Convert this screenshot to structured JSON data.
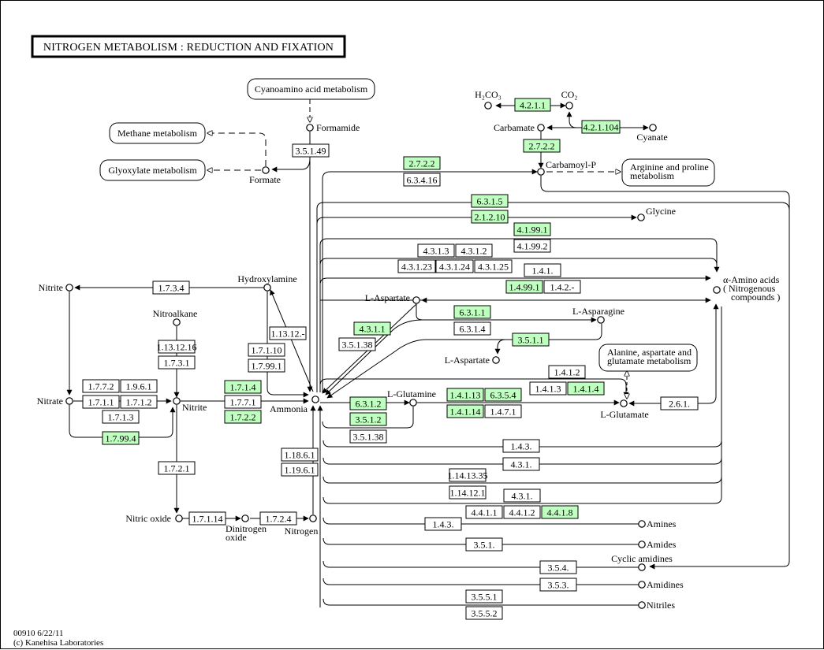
{
  "title": "NITROGEN  METABOLISM : REDUCTION AND FIXATION",
  "colors": {
    "found_enzyme": "#bfffbf",
    "line": "#000000",
    "background": "#ffffff"
  },
  "footer": {
    "map_id_date": "00910 6/22/11",
    "copyright": "(c) Kanehisa Laboratories"
  },
  "maps": [
    {
      "id": "cyanoamino",
      "lines": [
        "Cyanoamino acid metabolism"
      ]
    },
    {
      "id": "methane",
      "lines": [
        "Methane metabolism"
      ]
    },
    {
      "id": "glyoxylate",
      "lines": [
        "Glyoxylate metabolism"
      ]
    },
    {
      "id": "arginine",
      "lines": [
        "Arginine and proline",
        "metabolism"
      ]
    },
    {
      "id": "alanine",
      "lines": [
        "Alanine, aspartate and",
        "glutamate metabolism"
      ]
    }
  ],
  "compounds": [
    {
      "id": "formamide",
      "label": "Formamide"
    },
    {
      "id": "formate",
      "label": "Formate"
    },
    {
      "id": "h2co3",
      "label": "H₂CO₃"
    },
    {
      "id": "co2",
      "label": "CO₂"
    },
    {
      "id": "carbamate",
      "label": "Carbamate"
    },
    {
      "id": "cyanate",
      "label": "Cyanate"
    },
    {
      "id": "carbamoylp",
      "label": "Carbamoyl-P"
    },
    {
      "id": "glycine",
      "label": "Glycine"
    },
    {
      "id": "alpha_amino",
      "label": "α-Amino acids",
      "label2": "( Nitrogenous",
      "label3": "compounds )"
    },
    {
      "id": "laspartate1",
      "label": "L-Aspartate"
    },
    {
      "id": "lasparagine",
      "label": "L-Asparagine"
    },
    {
      "id": "laspartate2",
      "label": "L-Aspartate"
    },
    {
      "id": "hydroxylamine",
      "label": "Hydroxylamine"
    },
    {
      "id": "nitrite_top",
      "label": "Nitrite"
    },
    {
      "id": "nitroalkane",
      "label": "Nitroalkane"
    },
    {
      "id": "nitrate",
      "label": "Nitrate"
    },
    {
      "id": "nitrite_mid",
      "label": "Nitrite"
    },
    {
      "id": "ammonia",
      "label": "Ammonia"
    },
    {
      "id": "lglutamine",
      "label": "L-Glutamine"
    },
    {
      "id": "lglutamate",
      "label": "L-Glutamate"
    },
    {
      "id": "nitric_oxide",
      "label": "Nitric oxide"
    },
    {
      "id": "dinitrogen_oxide",
      "label": "Dinitrogen",
      "label2": "oxide"
    },
    {
      "id": "nitrogen",
      "label": "Nitrogen"
    },
    {
      "id": "amines",
      "label": "Amines"
    },
    {
      "id": "amides",
      "label": "Amides"
    },
    {
      "id": "cyclic_amidines",
      "label": "Cyclic amidines"
    },
    {
      "id": "amidines",
      "label": "Amidines"
    },
    {
      "id": "nitriles",
      "label": "Nitriles"
    }
  ],
  "enzymes": [
    {
      "label": "3.5.1.49",
      "found": false
    },
    {
      "label": "4.2.1.1",
      "found": true
    },
    {
      "label": "4.2.1.104",
      "found": true
    },
    {
      "label": "2.7.2.2",
      "found": true
    },
    {
      "label": "2.7.2.2",
      "found": true
    },
    {
      "label": "6.3.4.16",
      "found": false
    },
    {
      "label": "6.3.1.5",
      "found": true
    },
    {
      "label": "2.1.2.10",
      "found": true
    },
    {
      "label": "4.1.99.1",
      "found": true
    },
    {
      "label": "4.1.99.2",
      "found": false
    },
    {
      "label": "4.3.1.3",
      "found": false
    },
    {
      "label": "4.3.1.2",
      "found": false
    },
    {
      "label": "4.3.1.23",
      "found": false
    },
    {
      "label": "4.3.1.24",
      "found": false
    },
    {
      "label": "4.3.1.25",
      "found": false
    },
    {
      "label": "1.4.1.",
      "found": false
    },
    {
      "label": "1.4.99.1",
      "found": true
    },
    {
      "label": "1.4.2.-",
      "found": false
    },
    {
      "label": "6.3.1.1",
      "found": true
    },
    {
      "label": "6.3.1.4",
      "found": false
    },
    {
      "label": "3.5.1.1",
      "found": true
    },
    {
      "label": "4.3.1.1",
      "found": true
    },
    {
      "label": "3.5.1.38",
      "found": false
    },
    {
      "label": "1.7.3.4",
      "found": false
    },
    {
      "label": "1.13.12.-",
      "found": false
    },
    {
      "label": "1.13.12.16",
      "found": false
    },
    {
      "label": "1.7.3.1",
      "found": false
    },
    {
      "label": "1.7.1.10",
      "found": false
    },
    {
      "label": "1.7.99.1",
      "found": false
    },
    {
      "label": "1.7.7.2",
      "found": false
    },
    {
      "label": "1.9.6.1",
      "found": false
    },
    {
      "label": "1.7.1.1",
      "found": false
    },
    {
      "label": "1.7.1.2",
      "found": false
    },
    {
      "label": "1.7.1.3",
      "found": false
    },
    {
      "label": "1.7.99.4",
      "found": true
    },
    {
      "label": "1.7.1.4",
      "found": true
    },
    {
      "label": "1.7.7.1",
      "found": false
    },
    {
      "label": "1.7.2.2",
      "found": true
    },
    {
      "label": "6.3.1.2",
      "found": true
    },
    {
      "label": "3.5.1.2",
      "found": true
    },
    {
      "label": "3.5.1.38",
      "found": false
    },
    {
      "label": "1.4.1.13",
      "found": true
    },
    {
      "label": "6.3.5.4",
      "found": true
    },
    {
      "label": "1.4.1.14",
      "found": true
    },
    {
      "label": "1.4.7.1",
      "found": false
    },
    {
      "label": "1.4.1.2",
      "found": false
    },
    {
      "label": "1.4.1.3",
      "found": false
    },
    {
      "label": "1.4.1.4",
      "found": true
    },
    {
      "label": "2.6.1.",
      "found": false
    },
    {
      "label": "1.7.2.1",
      "found": false
    },
    {
      "label": "1.18.6.1",
      "found": false
    },
    {
      "label": "1.19.6.1",
      "found": false
    },
    {
      "label": "1.7.1.14",
      "found": false
    },
    {
      "label": "1.7.2.4",
      "found": false
    },
    {
      "label": "1.4.3.",
      "found": false
    },
    {
      "label": "4.3.1.",
      "found": false
    },
    {
      "label": "1.14.13.35",
      "found": false
    },
    {
      "label": "1.14.12.1",
      "found": false
    },
    {
      "label": "4.3.1.",
      "found": false
    },
    {
      "label": "4.4.1.1",
      "found": false
    },
    {
      "label": "4.4.1.2",
      "found": false
    },
    {
      "label": "4.4.1.8",
      "found": true
    },
    {
      "label": "1.4.3.",
      "found": false
    },
    {
      "label": "3.5.1.",
      "found": false
    },
    {
      "label": "3.5.4.",
      "found": false
    },
    {
      "label": "3.5.3.",
      "found": false
    },
    {
      "label": "3.5.5.1",
      "found": false
    },
    {
      "label": "3.5.5.2",
      "found": false
    }
  ]
}
